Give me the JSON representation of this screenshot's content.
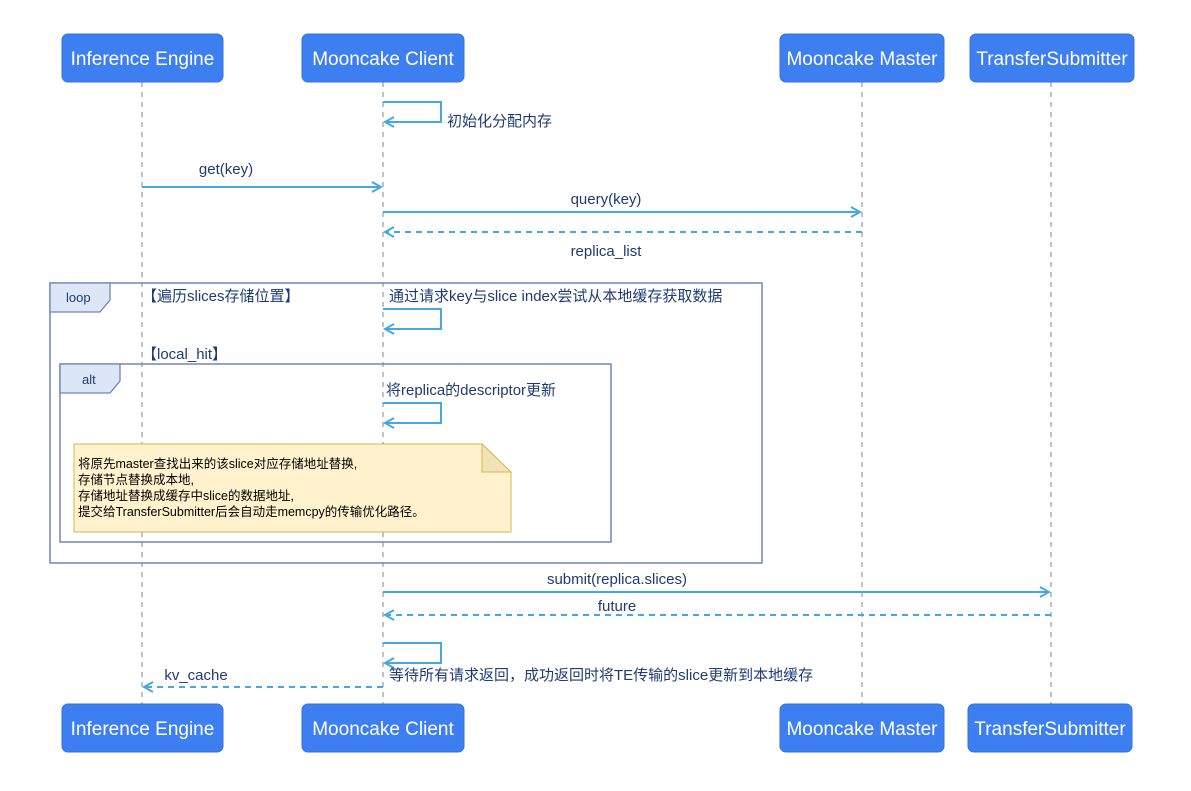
{
  "actors": [
    {
      "id": "engine",
      "label": "Inference Engine"
    },
    {
      "id": "client",
      "label": "Mooncake Client"
    },
    {
      "id": "master",
      "label": "Mooncake Master"
    },
    {
      "id": "submitter",
      "label": "TransferSubmitter"
    }
  ],
  "messages": {
    "init_alloc": "初始化分配内存",
    "get_key": "get(key)",
    "query_key": "query(key)",
    "replica_list": "replica_list",
    "try_local": "通过请求key与slice index尝试从本地缓存获取数据",
    "update_descriptor": "将replica的descriptor更新",
    "submit": "submit(replica.slices)",
    "future": "future",
    "wait_return": "等待所有请求返回，成功返回时将TE传输的slice更新到本地缓存",
    "kv_cache": "kv_cache"
  },
  "frames": {
    "loop": {
      "tag": "loop",
      "guard": "【遍历slices存储位置】"
    },
    "alt": {
      "tag": "alt",
      "guard": "【local_hit】"
    }
  },
  "note": {
    "lines": [
      "将原先master查找出来的该slice对应存储地址替换,",
      "存储节点替换成本地,",
      "存储地址替换成缓存中slice的数据地址,",
      "提交给TransferSubmitter后会自动走memcpy的传输优化路径。"
    ]
  },
  "colors": {
    "actor_fill": "#3d7ff0",
    "arrow": "#45a8e0",
    "frame": "#6f86b5",
    "note_fill": "#fff2cc"
  }
}
